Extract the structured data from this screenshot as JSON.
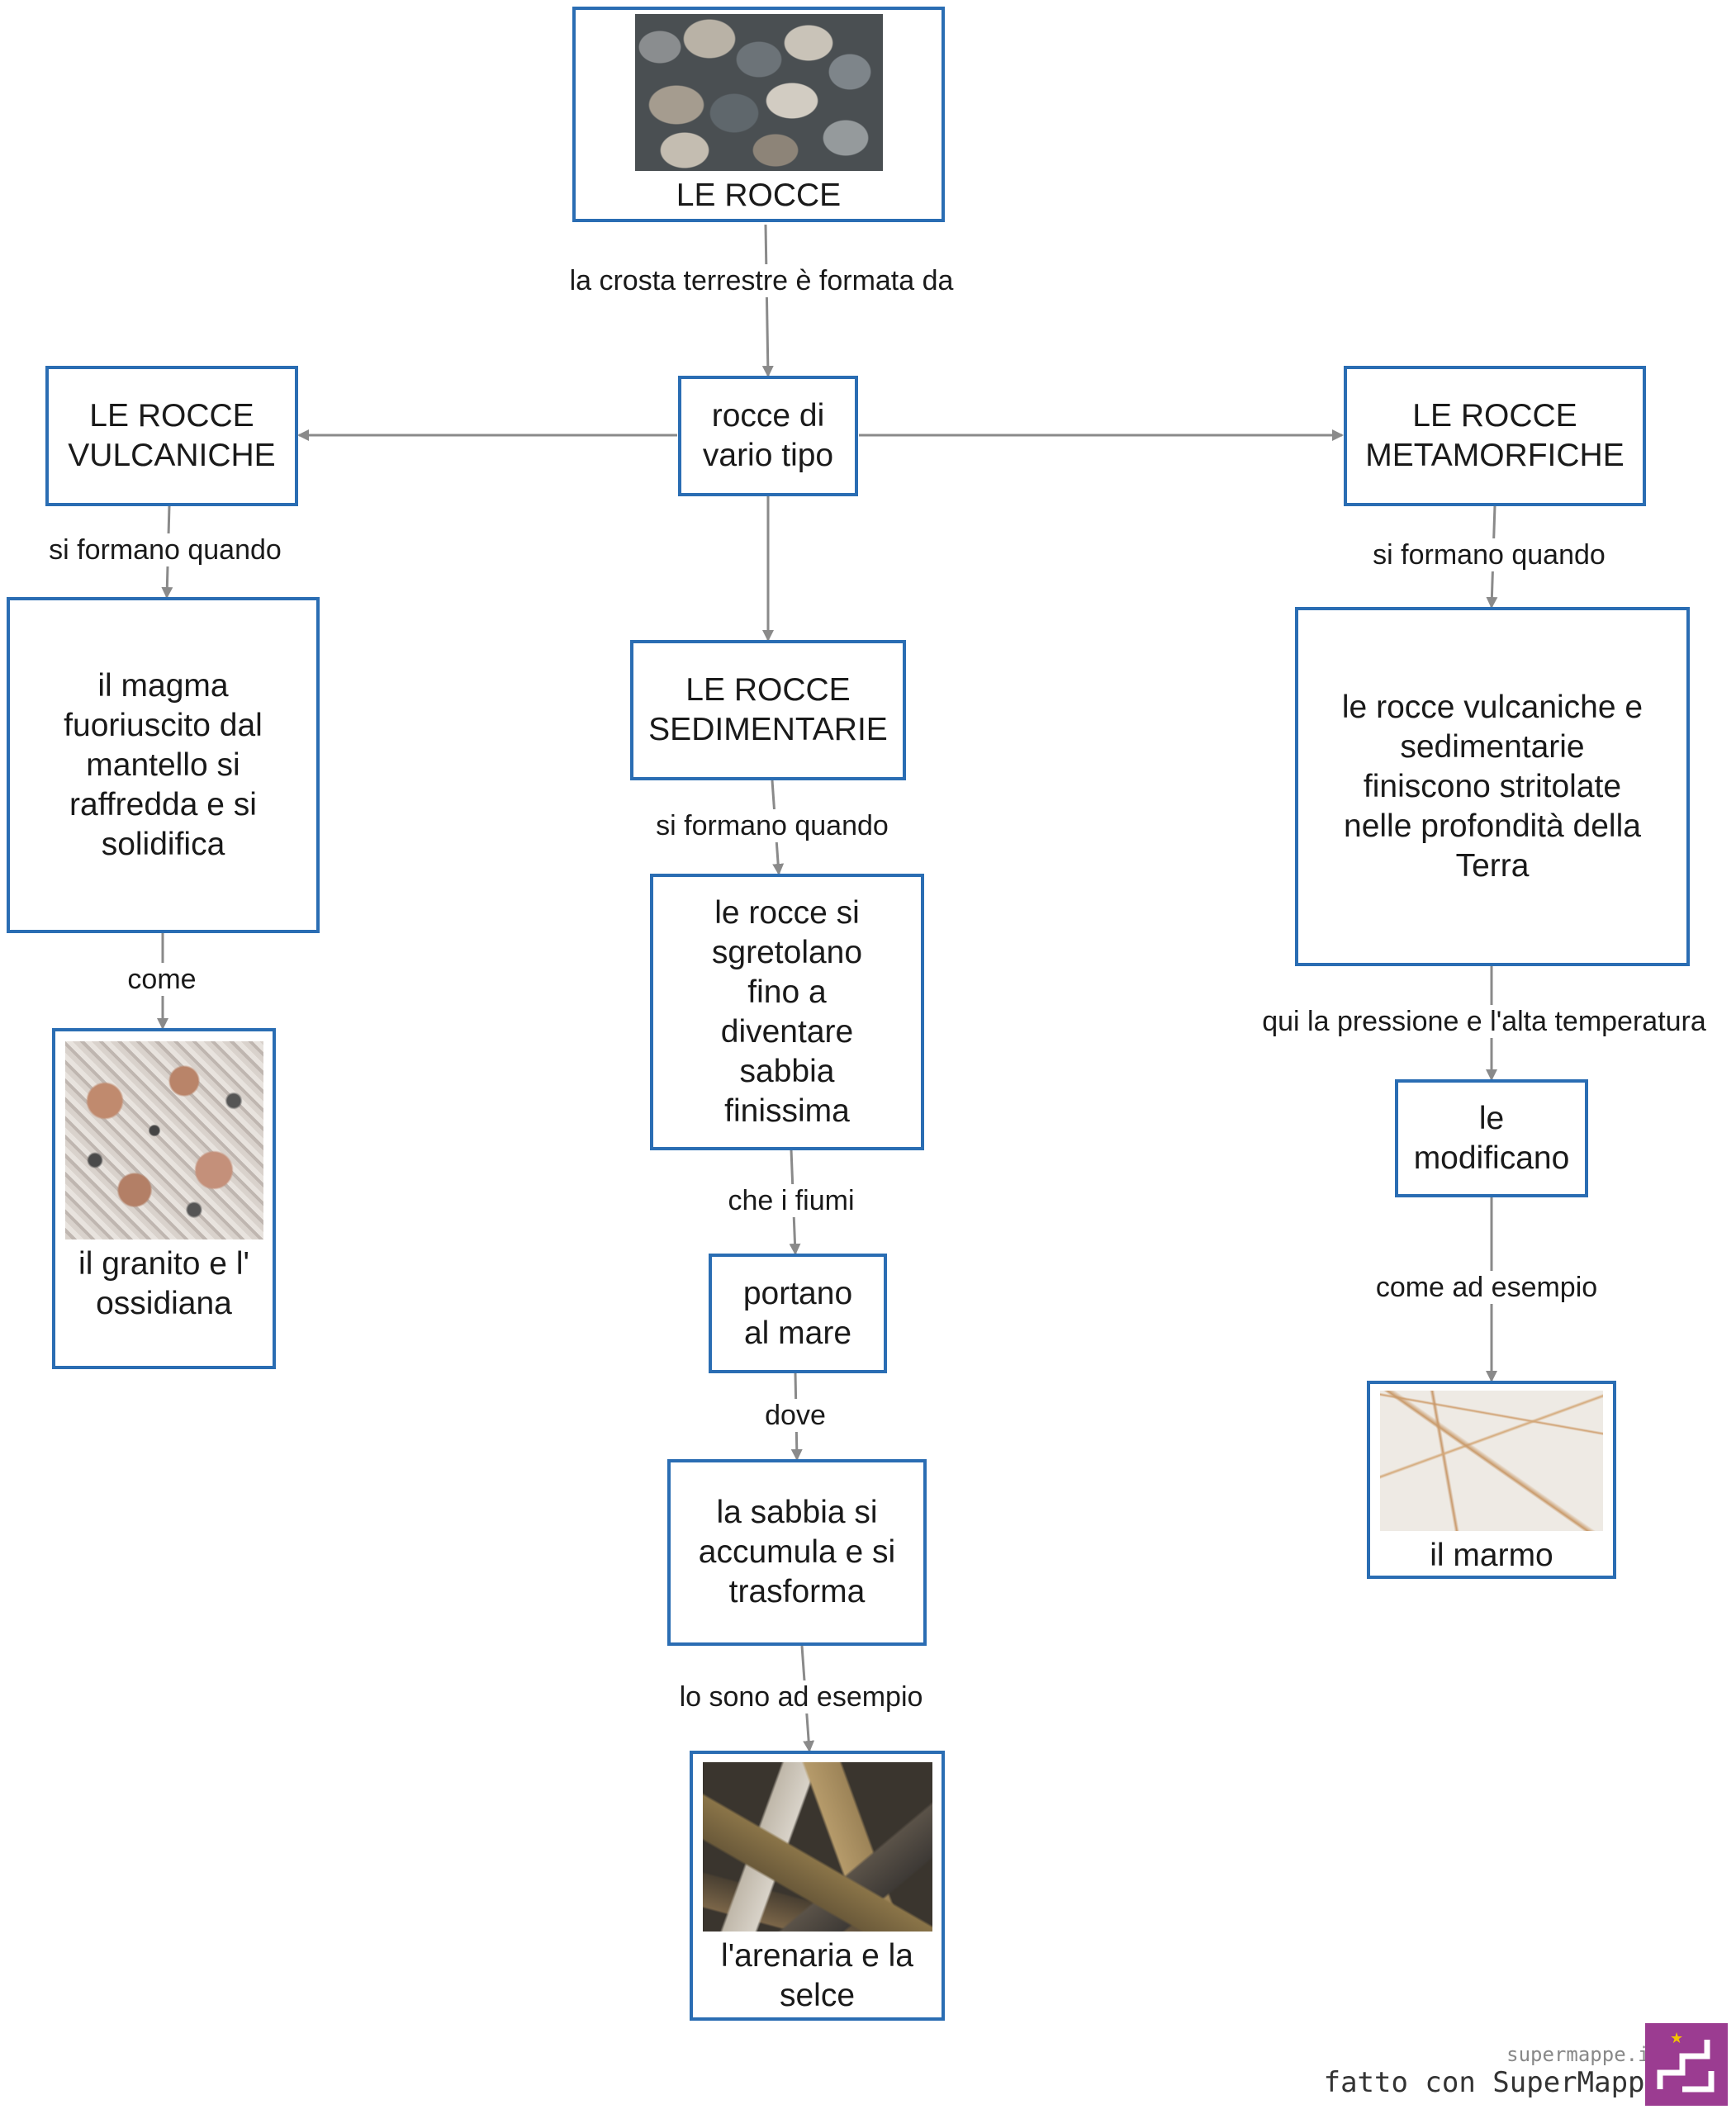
{
  "nodes": {
    "root": "LE ROCCE",
    "types": "rocce di\nvario tipo",
    "volcanic": "LE ROCCE\nVULCANICHE",
    "sedimentary": "LE ROCCE\nSEDIMENTARIE",
    "metamorphic": "LE ROCCE\nMETAMORFICHE",
    "volcanic_desc": "il magma\nfuoriuscito dal\nmantello si\nraffredda e si\nsolidifica",
    "volcanic_examples": "il granito e l'\nossidiana",
    "sed_desc": "le rocce si\nsgretolano\nfino a\ndiventare\nsabbia\nfinissima",
    "sed_sea": "portano\nal mare",
    "sed_accum": "la sabbia si\naccumula e si\ntrasforma",
    "sed_examples": "l'arenaria e la\nselce",
    "meta_desc": "le rocce vulcaniche e\nsedimentarie\nfiniscono stritolate\nnelle profondità della\nTerra",
    "meta_modify": "le\nmodificano",
    "meta_examples": "il marmo"
  },
  "links": {
    "root_types": "la crosta terrestre è formata da",
    "volcanic_desc": "si formano quando",
    "volcanic_examples": "come",
    "sed_desc": "si formano quando",
    "sed_sea": "che i fiumi",
    "sed_accum": "dove",
    "sed_examples": "lo sono ad esempio",
    "meta_desc": "si formano quando",
    "meta_modify": "qui la pressione e l'alta temperatura",
    "meta_examples": "come ad esempio"
  },
  "images": {
    "root": "rocks-photo",
    "volcanic_examples": "granite-photo",
    "sed_examples": "flint-photo",
    "meta_examples": "marble-photo"
  },
  "footer": {
    "site": "supermappe.it",
    "made_with": "fatto con SuperMappe"
  },
  "colors": {
    "node_border": "#2a6db3",
    "edge": "#8a8a8a"
  }
}
